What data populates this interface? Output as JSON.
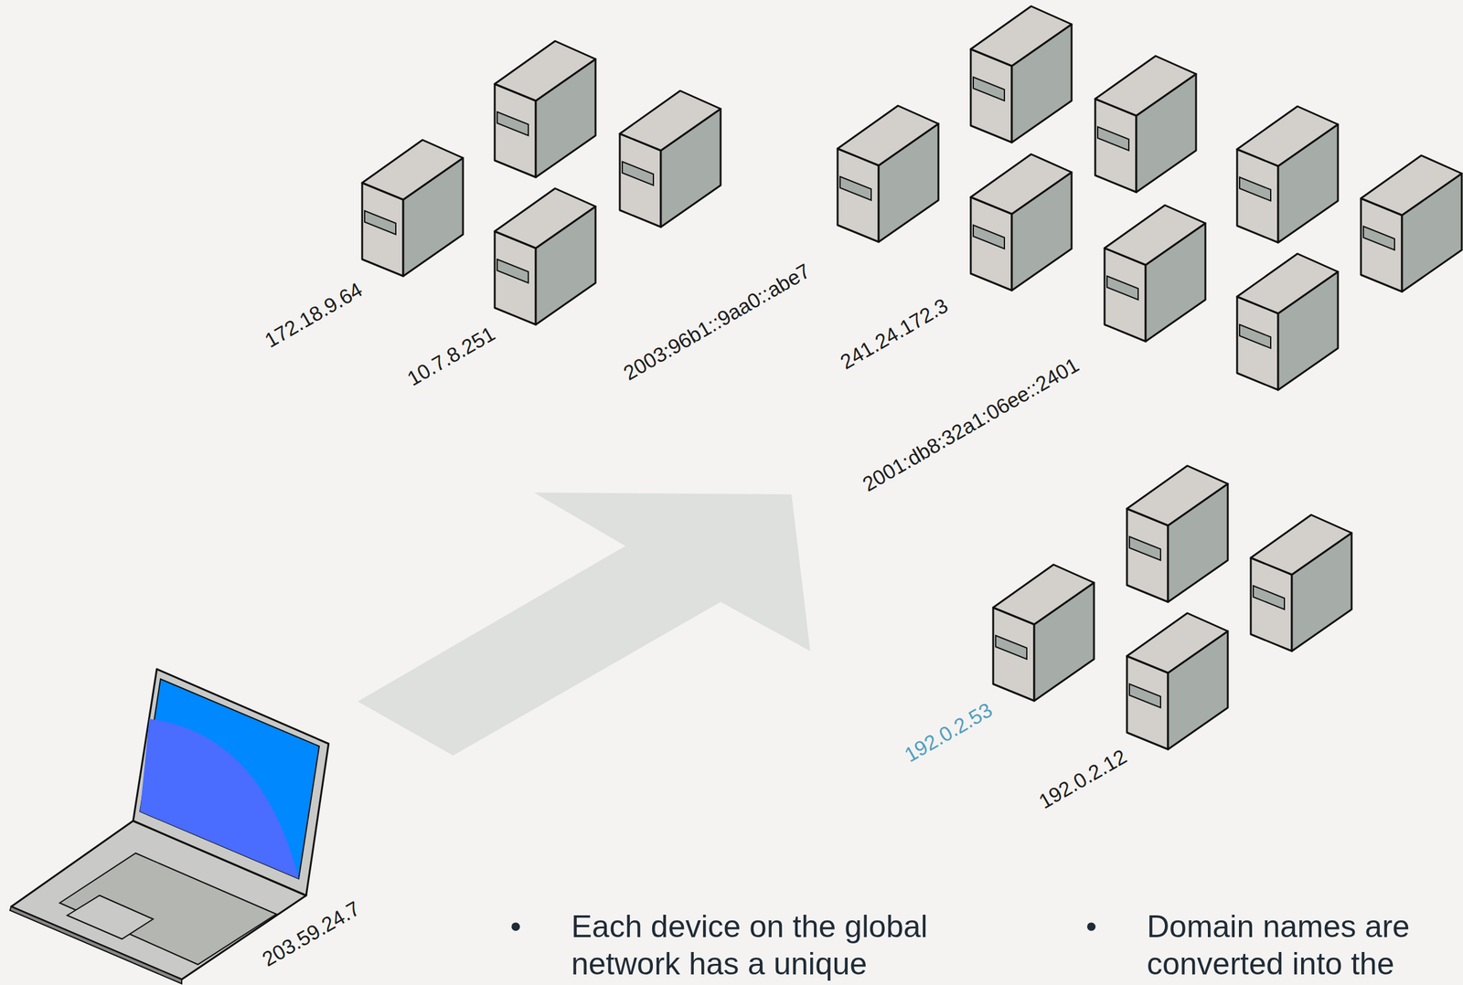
{
  "diagram": {
    "labels": [
      "172.18.9.64",
      "10.7.8.251",
      "2003:96b1::9aa0::abe7",
      "241.24.172.3",
      "2001:db8:32a1:06ee::2401",
      "192.0.2.53",
      "192.0.2.12",
      "203.59.24.7",
      "•",
      "Each device on the global network has a unique",
      "•",
      "Domain names are converted into the"
    ]
  }
}
